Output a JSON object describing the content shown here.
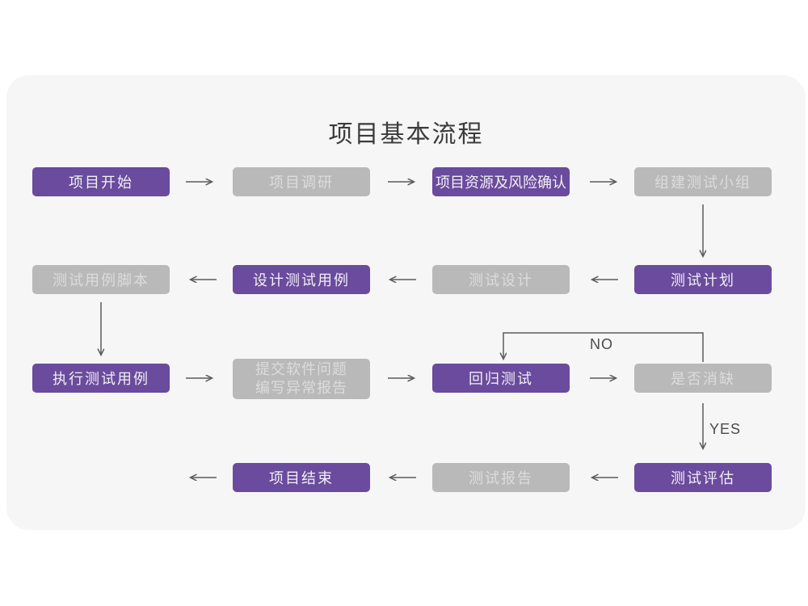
{
  "title": "项目基本流程",
  "edge_labels": {
    "no": "NO",
    "yes": "YES"
  },
  "colors": {
    "card_background": "#f6f6f7",
    "primary_purple": "#6a4b9d",
    "secondary_gray": "#b9b9b9",
    "arrow": "#5a5a5e",
    "title_text": "#3b3b3b"
  },
  "nodes": [
    {
      "id": "project-start",
      "label": "项目开始",
      "variant": "purple"
    },
    {
      "id": "project-research",
      "label": "项目调研",
      "variant": "gray"
    },
    {
      "id": "project-resources-risk",
      "label": "项目资源及风险确认",
      "variant": "purple"
    },
    {
      "id": "build-test-team",
      "label": "组建测试小组",
      "variant": "gray"
    },
    {
      "id": "test-plan",
      "label": "测试计划",
      "variant": "purple"
    },
    {
      "id": "test-design",
      "label": "测试设计",
      "variant": "gray"
    },
    {
      "id": "design-test-cases",
      "label": "设计测试用例",
      "variant": "purple"
    },
    {
      "id": "test-case-script",
      "label": "测试用例脚本",
      "variant": "gray"
    },
    {
      "id": "execute-test-cases",
      "label": "执行测试用例",
      "variant": "purple"
    },
    {
      "id": "submit-issue-report",
      "label": "提交软件问题",
      "label2": "编写异常报告",
      "variant": "gray"
    },
    {
      "id": "regression-test",
      "label": "回归测试",
      "variant": "purple"
    },
    {
      "id": "defect-cleared",
      "label": "是否消缺",
      "variant": "gray"
    },
    {
      "id": "test-evaluation",
      "label": "测试评估",
      "variant": "purple"
    },
    {
      "id": "test-report",
      "label": "测试报告",
      "variant": "gray"
    },
    {
      "id": "project-end",
      "label": "项目结束",
      "variant": "purple"
    }
  ]
}
